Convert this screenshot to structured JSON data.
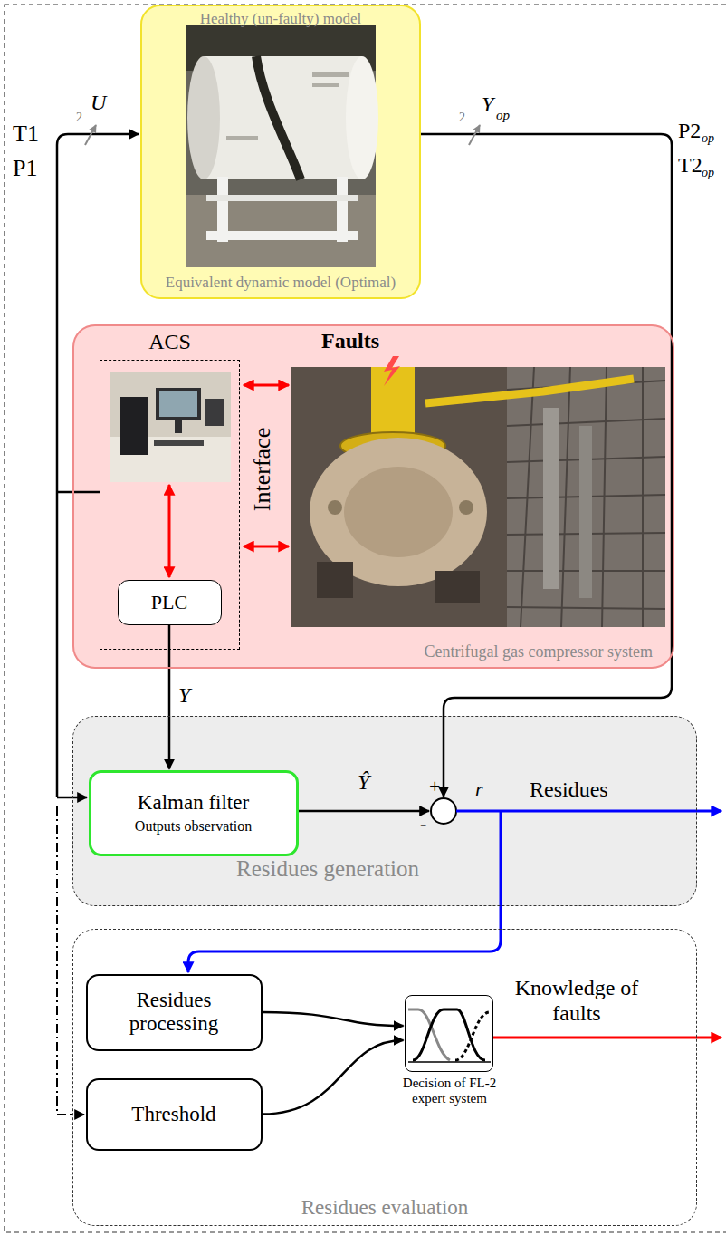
{
  "diagram": {
    "nodes": [
      {
        "text": [
          "Healthy (un-faulty) model",
          "Equivalent dynamic model (Optimal)"
        ]
      },
      {
        "text": [
          "Centrifugal gas compressor system"
        ]
      },
      {
        "text": [
          "ACS"
        ],
        "in": 1
      },
      {
        "text": [
          "PLC"
        ],
        "in": 2
      },
      {
        "text": [
          "Residues generation"
        ]
      },
      {
        "text": [
          "Kalman filter",
          "Outputs observation"
        ],
        "in": 4
      },
      {
        "text": [
          "Residues evaluation"
        ]
      },
      {
        "text": [
          "Residues processing"
        ],
        "in": 6
      },
      {
        "text": [
          "Threshold"
        ],
        "in": 6
      },
      {
        "text": [
          "Decision of FL-2 expert system"
        ],
        "in": 6
      }
    ],
    "edges": [
      {
        "from": 3,
        "to": 5,
        "arrow": "to",
        "label": "Y"
      },
      {
        "from": 7,
        "to": 9,
        "arrow": "to"
      },
      {
        "from": 8,
        "to": 9,
        "arrow": "to"
      }
    ],
    "labels": [
      "T1",
      "P1",
      "U",
      "2",
      "Y",
      "op",
      "2",
      "P2",
      "op",
      "T2",
      "op",
      "Faults",
      "Interface",
      "+",
      "-",
      "r",
      "Residues",
      "Ŷ",
      "Knowledge of faults"
    ]
  }
}
